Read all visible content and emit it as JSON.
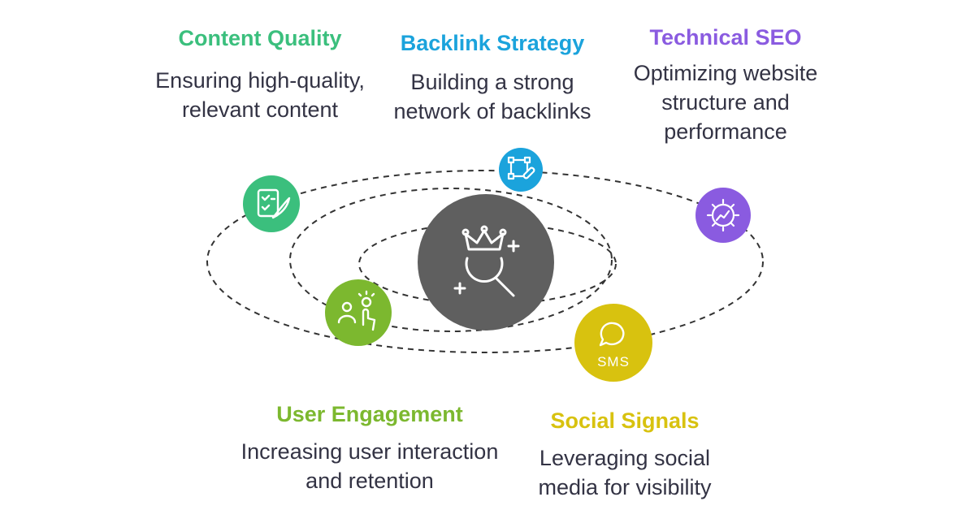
{
  "center": {
    "icon": "crown-magnifier-icon",
    "color": "#5f5f5f"
  },
  "nodes": [
    {
      "key": "content-quality",
      "title": "Content Quality",
      "description_lines": [
        "Ensuring high-quality,",
        "relevant content"
      ],
      "icon": "checklist-pen-icon",
      "color": "#3bbf7d"
    },
    {
      "key": "backlink-strategy",
      "title": "Backlink Strategy",
      "description_lines": [
        "Building a strong",
        "network of backlinks"
      ],
      "icon": "link-square-icon",
      "color": "#1ba3dc"
    },
    {
      "key": "technical-seo",
      "title": "Technical SEO",
      "description_lines": [
        "Optimizing website",
        "structure and",
        "performance"
      ],
      "icon": "gear-chart-icon",
      "color": "#8a5be0"
    },
    {
      "key": "user-engagement",
      "title": "User Engagement",
      "description_lines": [
        "Increasing user interaction",
        "and retention"
      ],
      "icon": "people-hand-icon",
      "color": "#7cb82f"
    },
    {
      "key": "social-signals",
      "title": "Social Signals",
      "description_lines": [
        "Leveraging social",
        "media for visibility"
      ],
      "icon": "sms-bubble-icon",
      "color": "#d8c20f"
    }
  ],
  "text_color": "#333344"
}
